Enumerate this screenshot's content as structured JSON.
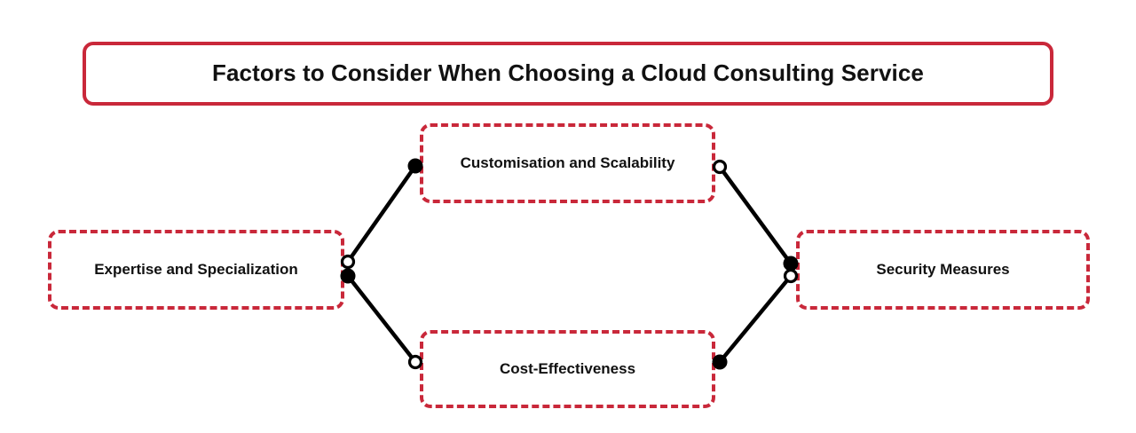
{
  "diagram": {
    "title": "Factors to Consider When Choosing a Cloud Consulting Service",
    "accent_color": "#c9283a",
    "connector_color": "#000000",
    "background_color": "#ffffff",
    "nodes": [
      {
        "id": "expertise",
        "label": "Expertise and Specialization"
      },
      {
        "id": "customisation",
        "label": "Customisation and Scalability"
      },
      {
        "id": "cost",
        "label": "Cost-Effectiveness"
      },
      {
        "id": "security",
        "label": "Security Measures"
      }
    ],
    "edges": [
      {
        "from": "expertise",
        "to": "customisation"
      },
      {
        "from": "expertise",
        "to": "cost"
      },
      {
        "from": "customisation",
        "to": "security"
      },
      {
        "from": "cost",
        "to": "security"
      }
    ]
  }
}
